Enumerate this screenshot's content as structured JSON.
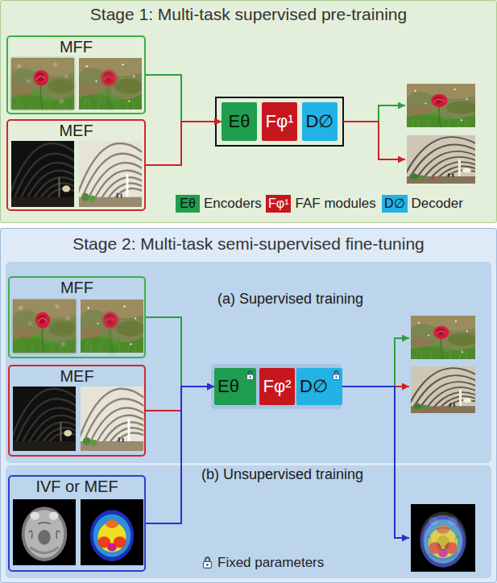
{
  "diagram": {
    "nodes": [
      {
        "text": [
          "Stage 1: Multi-task supervised pre-training"
        ]
      },
      {
        "text": [
          "MFF"
        ],
        "in": 0
      },
      {
        "text": [
          "MEF"
        ],
        "in": 0
      },
      {
        "text": [
          "Eθ"
        ],
        "in": 0
      },
      {
        "text": [
          "Fφ¹"
        ],
        "in": 0
      },
      {
        "text": [
          "D∅"
        ],
        "in": 0
      },
      {
        "text": [
          "Stage 2: Multi-task semi-supervised fine-tuning"
        ]
      },
      {
        "text": [
          "(a) Supervised training"
        ],
        "in": 6
      },
      {
        "text": [
          "MFF"
        ],
        "in": 7
      },
      {
        "text": [
          "MEF"
        ],
        "in": 7
      },
      {
        "text": [
          "Eθ"
        ],
        "in": 7
      },
      {
        "text": [
          "Fφ²"
        ],
        "in": 7
      },
      {
        "text": [
          "D∅"
        ],
        "in": 7
      },
      {
        "text": [
          "(b) Unsupervised training"
        ],
        "in": 6
      },
      {
        "text": [
          "IVF or MEF"
        ],
        "in": 13
      }
    ],
    "edges": [
      {
        "from": 1,
        "to": 3,
        "arrow": "to"
      },
      {
        "from": 2,
        "to": 3,
        "arrow": "to"
      },
      {
        "from": 8,
        "to": 10,
        "arrow": "to"
      },
      {
        "from": 9,
        "to": 10,
        "arrow": "to"
      },
      {
        "from": 14,
        "to": 10,
        "arrow": "to"
      }
    ],
    "labels": [
      "Eθ",
      "Fφ¹",
      "D∅",
      "Fixed parameters"
    ],
    "legend": [
      {
        "text": "Encoders",
        "color": "#1f9e4f"
      },
      {
        "text": "FAF modules",
        "color": "#c8161d"
      },
      {
        "text": "Decoder",
        "color": "#22b2e6"
      }
    ]
  }
}
